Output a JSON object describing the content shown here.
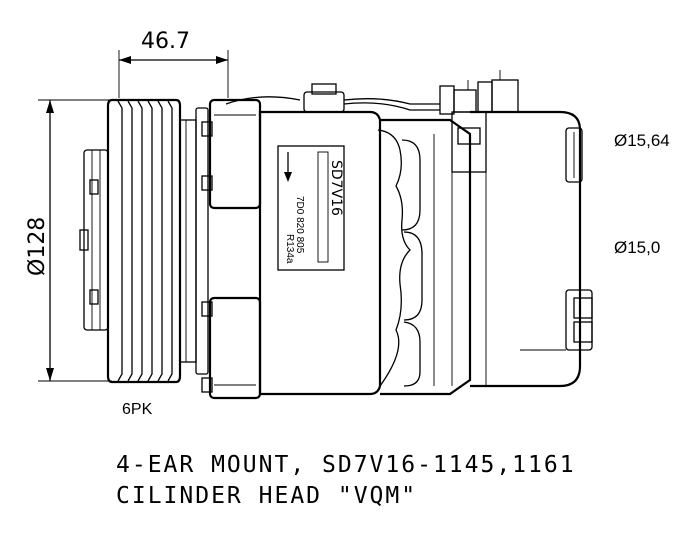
{
  "dimensions": {
    "pulley_width": "46.7",
    "pulley_diameter": "Ø128",
    "upper_hole": "Ø15,64",
    "lower_hole": "Ø15,0"
  },
  "pulley_type": "6PK",
  "nameplate": {
    "model": "SD7V16",
    "part_number": "7D0 820 805",
    "refrigerant": "R134a"
  },
  "caption": {
    "line1": "4-EAR MOUNT, SD7V16-1145,1161",
    "line2": "CILINDER HEAD \"VQM\""
  }
}
